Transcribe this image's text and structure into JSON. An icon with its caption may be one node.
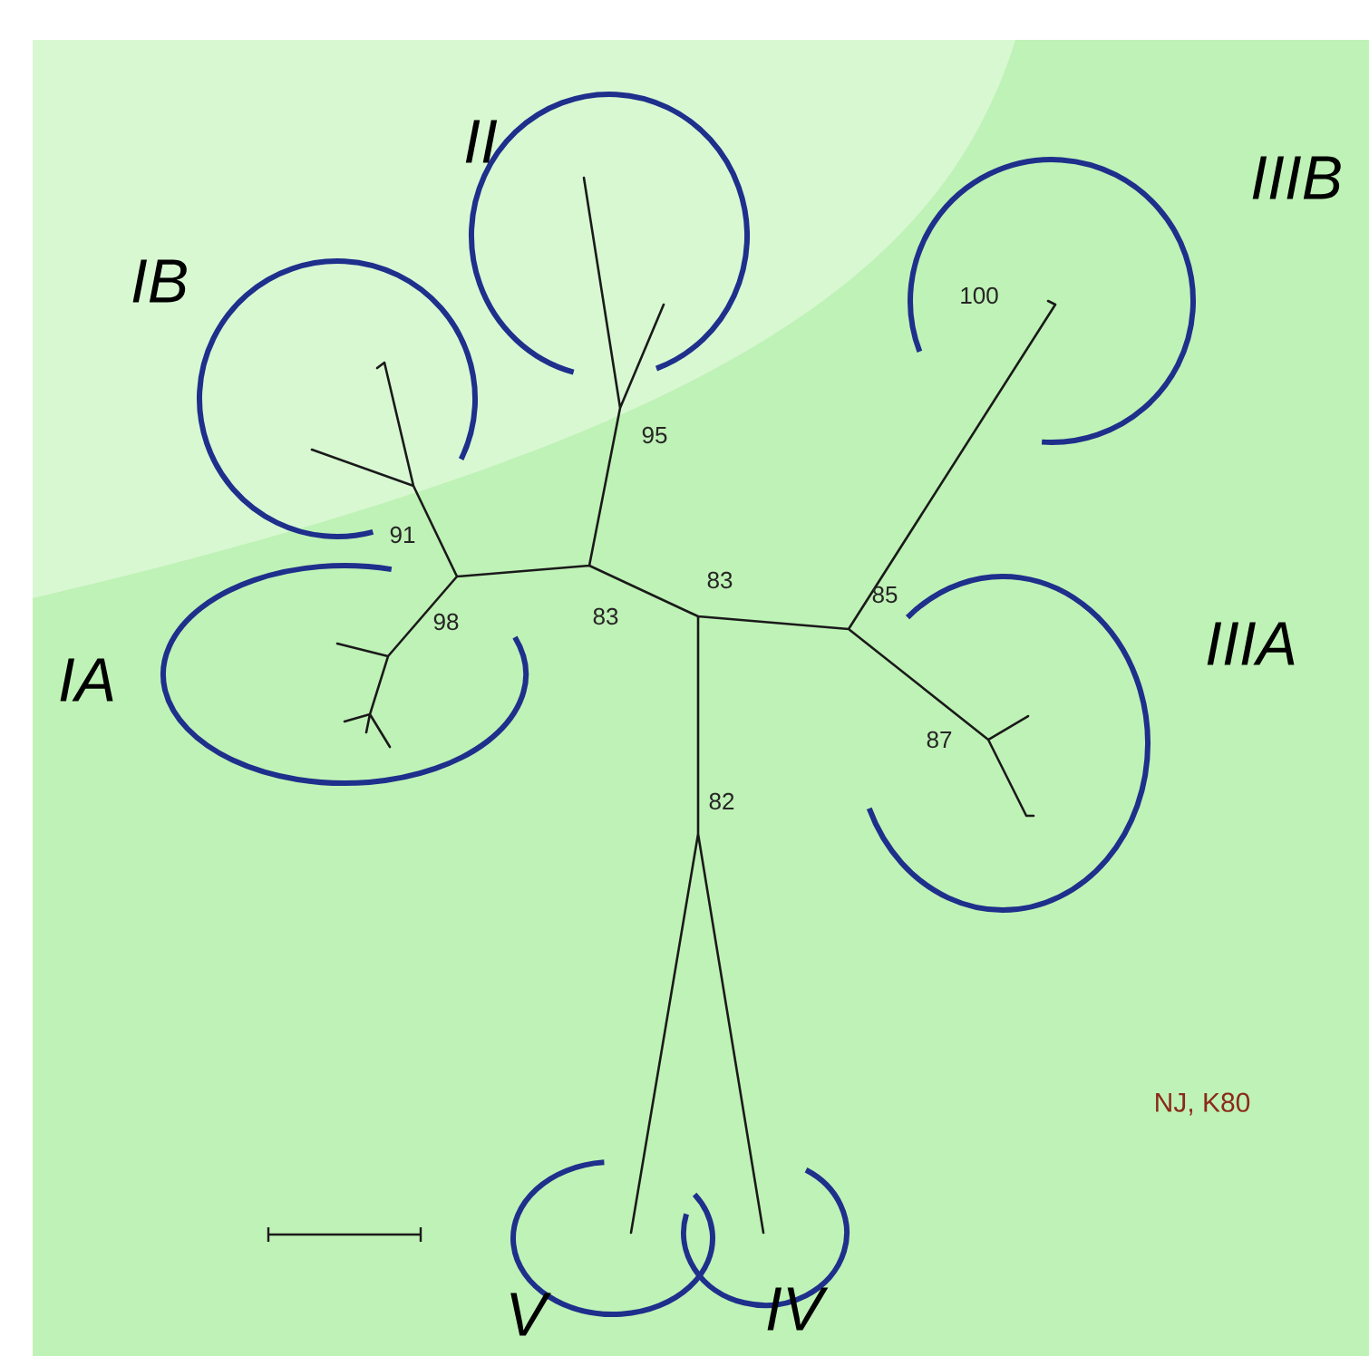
{
  "diagram": {
    "labels": [
      "IB",
      "II",
      "IIIB",
      "IA",
      "IIIA",
      "V",
      "IV",
      "95",
      "91",
      "83",
      "83",
      "85",
      "100",
      "98",
      "87",
      "82",
      "NJ, K80"
    ]
  }
}
